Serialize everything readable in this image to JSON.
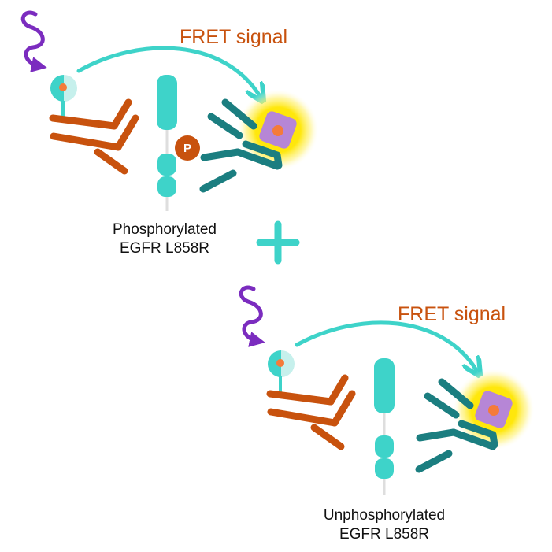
{
  "colors": {
    "donor_antibody": "#c8520e",
    "acceptor_antibody": "#1b7e80",
    "receptor": "#3ed3c9",
    "signal_arrow": "#3ed3c9",
    "excitation_wave": "#7b2cbf",
    "acceptor_fluorophore": "#b686d6",
    "fluorophore_center": "#f47b3a",
    "glow": "#ffe600",
    "phospho_badge": "#c8520e"
  },
  "panels": [
    {
      "fret_label": "FRET signal",
      "phospho_badge": "P",
      "caption_lines": [
        "Phosphorylated",
        "EGFR L858R"
      ]
    },
    {
      "fret_label": "FRET signal",
      "caption_lines": [
        "Unphosphorylated",
        "EGFR L858R"
      ]
    }
  ],
  "separator_icon": "plus-icon"
}
